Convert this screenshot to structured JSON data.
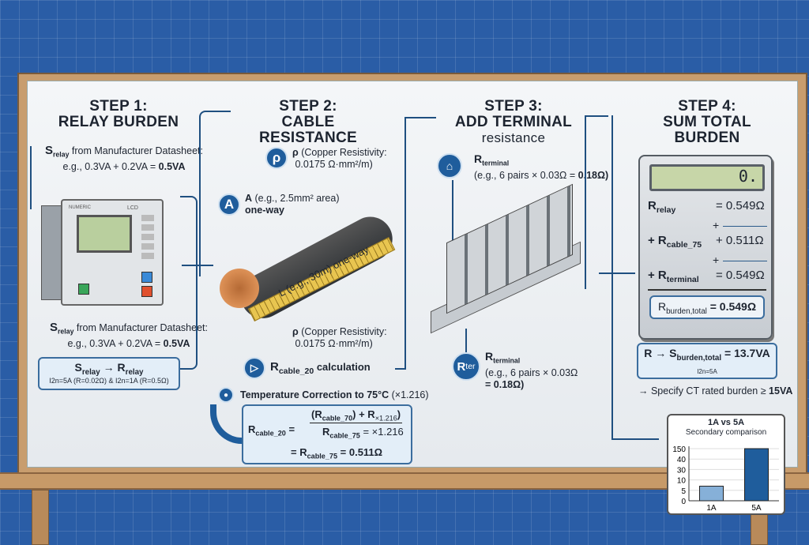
{
  "step1": {
    "title_line1": "STEP 1:",
    "title_line2": "RELAY BURDEN",
    "note_top": {
      "symbol": "S",
      "sub": "relay",
      "text": " from Manufacturer Datasheet:",
      "calc": "e.g., 0.3VA + 0.2VA = ",
      "result": "0.5VA"
    },
    "relay_labels": {
      "brand": "NUMERIC",
      "lcd": "LCD"
    },
    "note_bottom": {
      "symbol": "S",
      "sub": "relay",
      "text": " from Manufacturer Datasheet:",
      "calc": "e.g., 0.3VA + 0.2VA = ",
      "result": "0.5VA"
    },
    "conversion": {
      "from": "S",
      "from_sub": "relay",
      "arrow": "→",
      "to": "R",
      "to_sub": "relay",
      "detail": "I2n=5A (R=0.02Ω) & I2n=1A (R=0.5Ω)"
    }
  },
  "step2": {
    "title_line1": "STEP 2:",
    "title_line2": "CABLE RESISTANCE",
    "rho_icon": "ρ",
    "rho_label": "ρ",
    "rho_text": " (Copper Resistivity:",
    "rho_value": "0.0175 Ω·mm²/m)",
    "area_icon": "A",
    "area_label": "A",
    "area_text": " (e.g., 2.5mm² area)",
    "area_note": "one-way",
    "length_label": "L (e.g., 30m) one-way",
    "rho2_label": "ρ",
    "rho2_text": " (Copper Resistivity:",
    "rho2_value": "0.0175 Ω·mm²/m)",
    "calc_icon": "play-icon",
    "calc_symbol": "R",
    "calc_sub": "cable_20",
    "calc_text": " calculation",
    "temp_title": "Temperature Correction to 75°C",
    "temp_factor": " (×1.216)",
    "formula": {
      "lhs": "R",
      "lhs_sub": "cable_20",
      "num": "(R",
      "num_sub": "cable_70",
      "num_mid": ") + R",
      "num_sub2": "×1.216",
      "num_end": ")",
      "den": "R",
      "den_sub": "cable_75",
      "den_end": " = ×1.216",
      "res": "= R",
      "res_sub": "cable_75",
      "res_end": " = 0.511Ω"
    }
  },
  "step3": {
    "title_line1": "STEP 3:",
    "title_line2": "ADD TERMINAL",
    "title_line3": "resistance",
    "top_symbol": "R",
    "top_sub": "terminal",
    "top_text": "(e.g., 6 pairs × 0.03Ω = ",
    "top_result": "0.18Ω)",
    "icon_text": "R",
    "icon_sub": "ter",
    "bottom_symbol": "R",
    "bottom_sub": "terminal",
    "bottom_text": "(e.g., 6 pairs × 0.03Ω",
    "bottom_result": "= 0.18Ω)"
  },
  "step4": {
    "title_line1": "STEP 4:",
    "title_line2": "SUM TOTAL BURDEN",
    "display": "0.",
    "rows": [
      {
        "label": "R",
        "sub": "relay",
        "value": "= 0.549Ω"
      },
      {
        "label": "+ R",
        "sub": "cable_75",
        "value": "+ 0.511Ω"
      },
      {
        "label": "+ R",
        "sub": "terminal",
        "value": "= 0.549Ω"
      }
    ],
    "plus": "+",
    "total": {
      "label": "R",
      "sub": "burden,total",
      "value": " = 0.549Ω"
    },
    "va": {
      "pre": "R → S",
      "sub": "burden,total",
      "value": " = 13.7VA",
      "note": "I2n=5A"
    },
    "spec": "→ Specify CT rated burden ≥ ",
    "spec_value": "15VA"
  },
  "chart_data": {
    "type": "bar",
    "title": "1A vs 5A",
    "subtitle": "Secondary comparison",
    "categories": [
      "1A",
      "5A"
    ],
    "values": [
      7,
      150
    ],
    "yticks": [
      0,
      5,
      10,
      30,
      40,
      150
    ],
    "colors": [
      "#86b0d8",
      "#1f5d9c"
    ]
  }
}
